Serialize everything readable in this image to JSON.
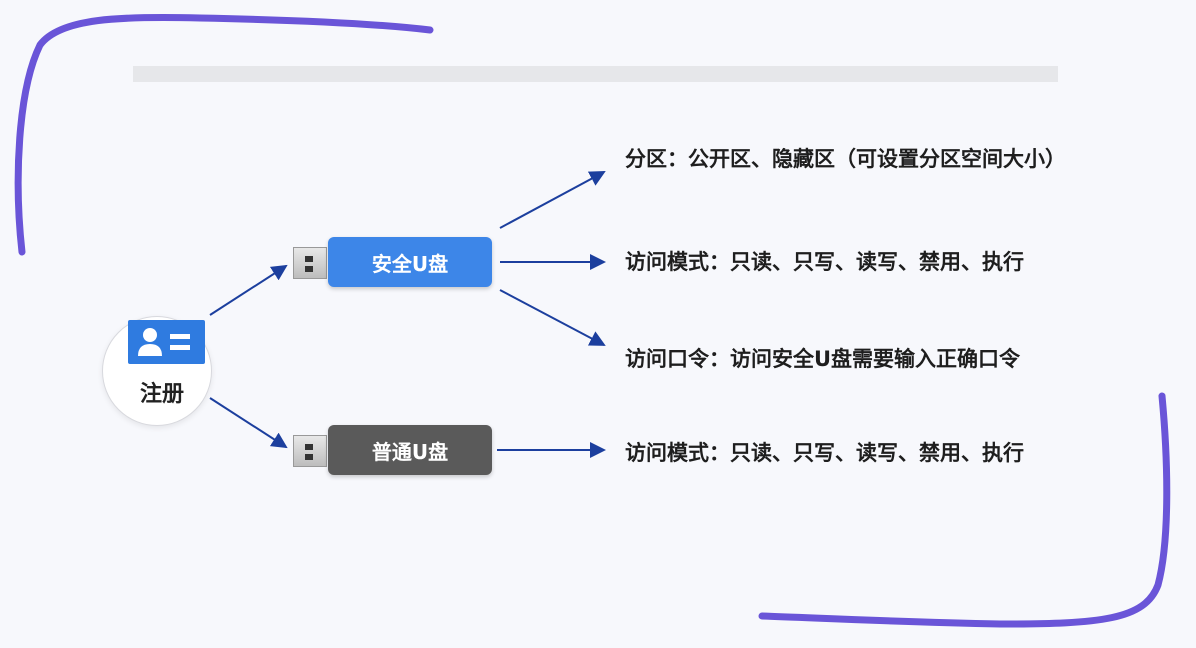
{
  "root": {
    "label": "注册",
    "icon": "user-card-icon"
  },
  "branches": [
    {
      "label": "安全U盘",
      "color": "#3d86e8",
      "details": [
        "分区：公开区、隐藏区（可设置分区空间大小）",
        "访问模式：只读、只写、读写、禁用、执行",
        "访问口令：访问安全U盘需要输入正确口令"
      ]
    },
    {
      "label": "普通U盘",
      "color": "#5a5a5a",
      "details": [
        "访问模式：只读、只写、读写、禁用、执行"
      ]
    }
  ],
  "colors": {
    "arrow": "#1c3f9e",
    "marker": "#6a55d8"
  }
}
